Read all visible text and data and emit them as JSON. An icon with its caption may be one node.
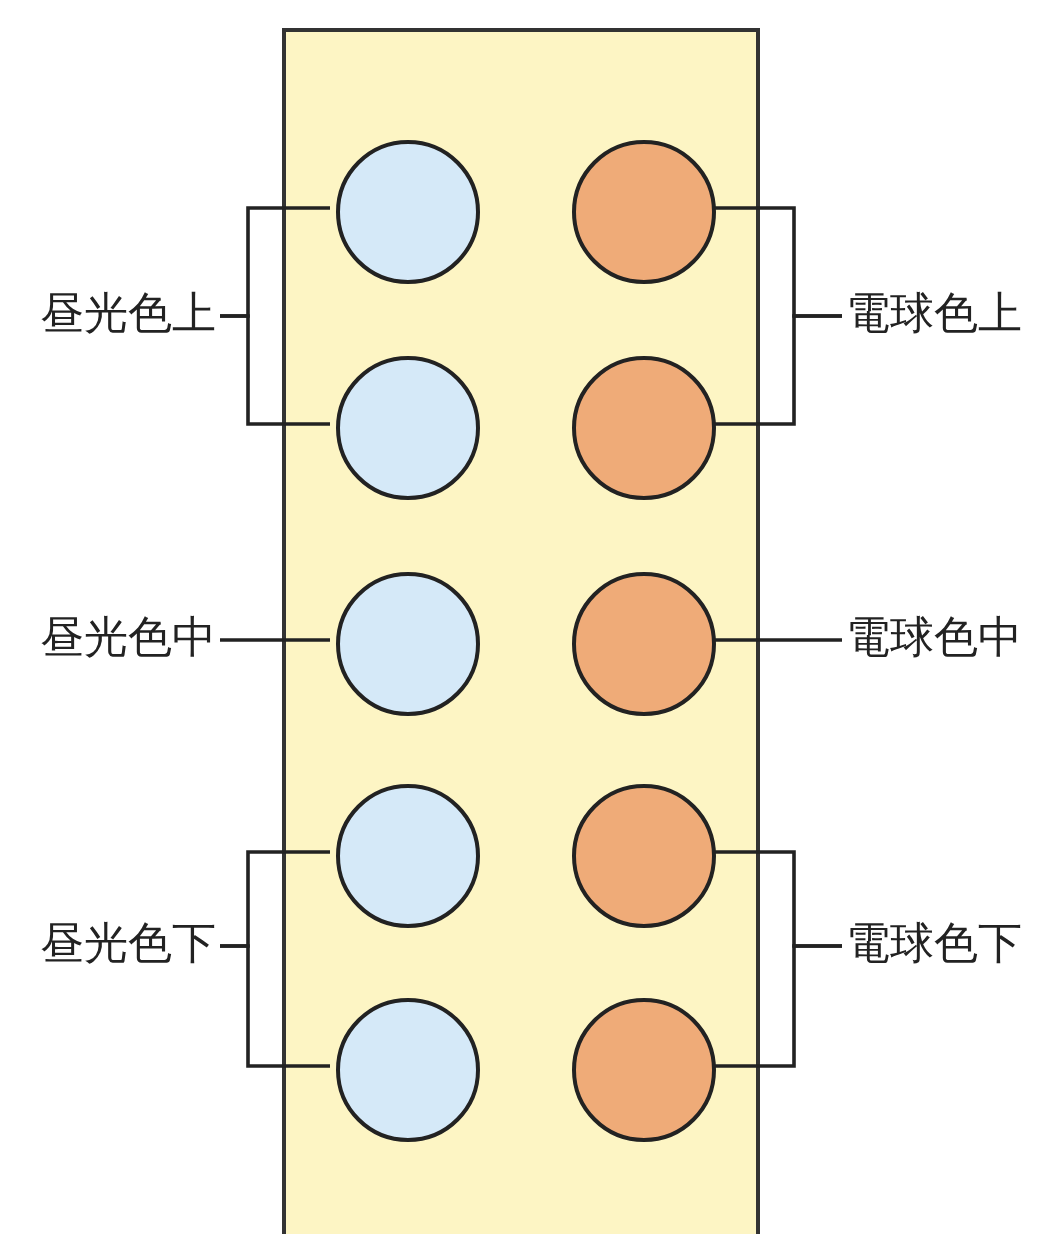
{
  "diagram": {
    "nodes": [
      {
        "text": [],
        "shape": "box"
      },
      {
        "text": [],
        "shape": "circle",
        "in": 0
      },
      {
        "text": [],
        "shape": "circle",
        "in": 0
      },
      {
        "text": [],
        "shape": "circle",
        "in": 0
      },
      {
        "text": [],
        "shape": "circle",
        "in": 0
      },
      {
        "text": [],
        "shape": "circle",
        "in": 0
      },
      {
        "text": [],
        "shape": "circle",
        "in": 0
      },
      {
        "text": [],
        "shape": "circle",
        "in": 0
      },
      {
        "text": [],
        "shape": "circle",
        "in": 0
      },
      {
        "text": [],
        "shape": "circle",
        "in": 0
      },
      {
        "text": [],
        "shape": "circle",
        "in": 0
      },
      {
        "text": [
          "昼光色上"
        ]
      },
      {
        "text": [
          "電球色上"
        ]
      },
      {
        "text": [
          "昼光色中"
        ]
      },
      {
        "text": [
          "電球色中"
        ]
      },
      {
        "text": [
          "昼光色下"
        ]
      },
      {
        "text": [
          "電球色下"
        ]
      }
    ],
    "edges": [
      {
        "from": 11,
        "to": 1,
        "arrow": "none"
      },
      {
        "from": 11,
        "to": 3,
        "arrow": "none"
      },
      {
        "from": 12,
        "to": 2,
        "arrow": "none"
      },
      {
        "from": 12,
        "to": 4,
        "arrow": "none"
      },
      {
        "from": 13,
        "to": 5,
        "arrow": "none"
      },
      {
        "from": 14,
        "to": 6,
        "arrow": "none"
      },
      {
        "from": 15,
        "to": 7,
        "arrow": "none"
      },
      {
        "from": 15,
        "to": 9,
        "arrow": "none"
      },
      {
        "from": 16,
        "to": 8,
        "arrow": "none"
      },
      {
        "from": 16,
        "to": 10,
        "arrow": "none"
      }
    ]
  }
}
